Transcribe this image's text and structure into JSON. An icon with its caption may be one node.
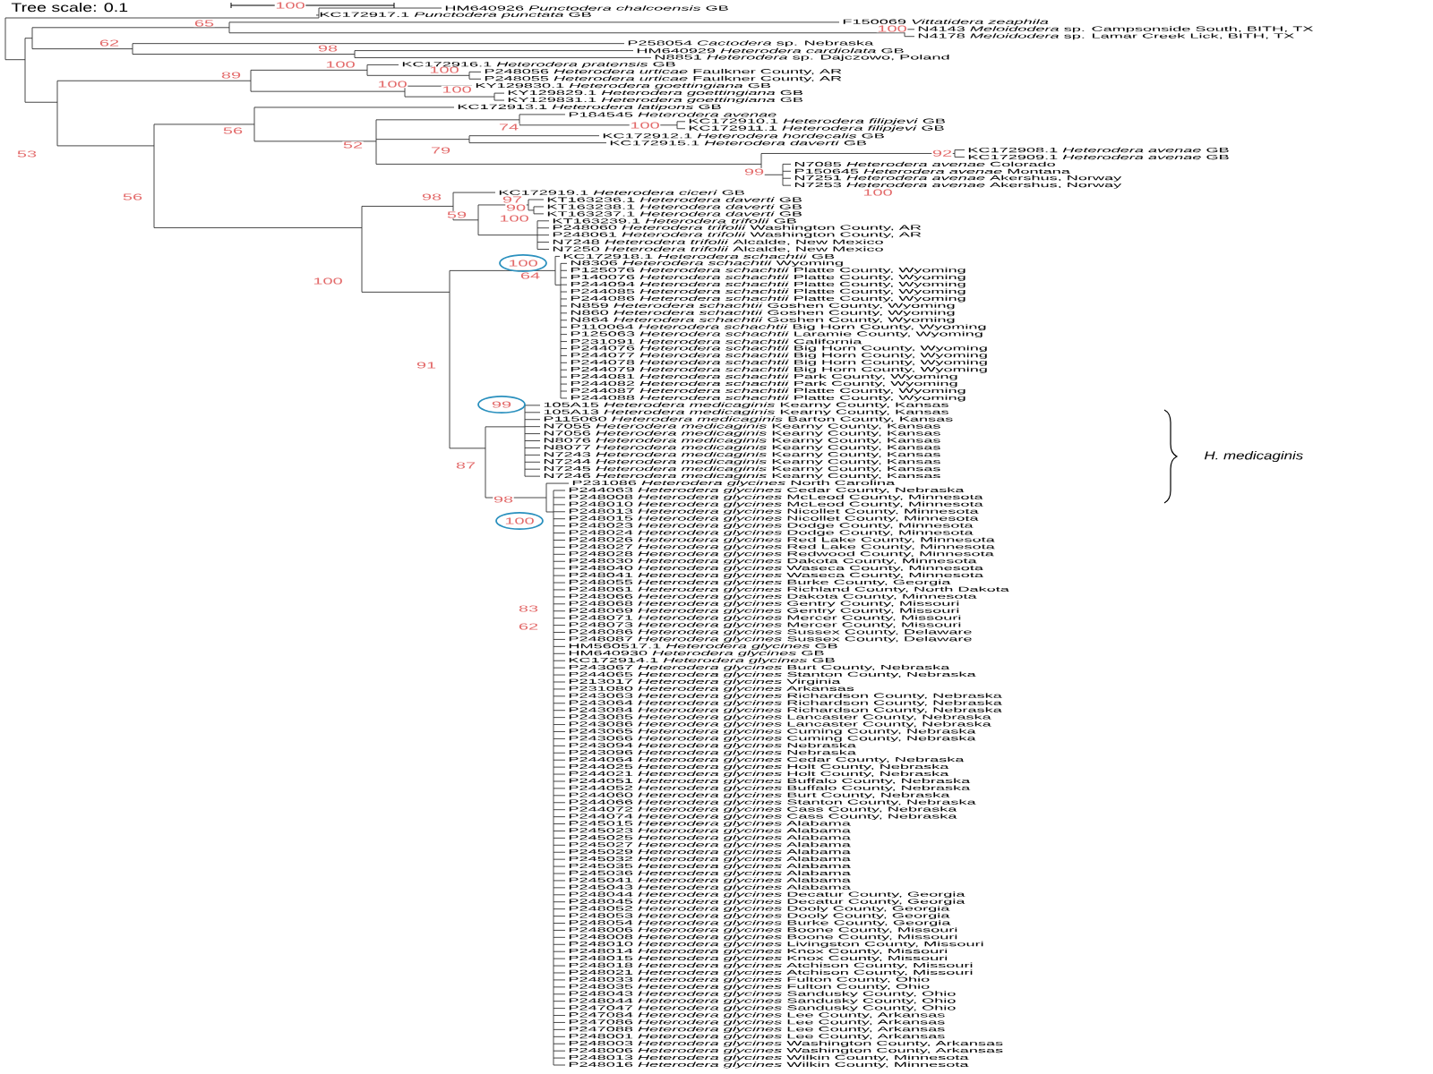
{
  "diagram": {
    "labels": [
      "Tree scale: 0.1",
      "100",
      "65",
      "100",
      "62",
      "98",
      "100",
      "100",
      "89",
      "100",
      "100",
      "74",
      "56",
      "100",
      "52",
      "79",
      "53",
      "92",
      "99",
      "100",
      "56",
      "98",
      "97",
      "90",
      "59",
      "100",
      "100",
      "64",
      "100",
      "91",
      "99",
      "87",
      "98",
      "100",
      "83",
      "62",
      "HM640926 *Punctodera chalcoensis* GB",
      "KC172917.1 *Punctodera punctata* GB",
      "F150069 *Vittatidera zeaphila*",
      "N4143 *Meloidodera* sp. Campsonside South, BITH, TX",
      "N4178 *Meloidodera* sp. Lamar Creek Lick, BITH, TX",
      "P258054 *Cactodera* sp. Nebraska",
      "HM640929 *Heterodera cardiolata* GB",
      "N8851 *Heterodera* sp. Dajczowo, Poland",
      "KC172916.1 *Heterodera pratensis* GB",
      "P248056 *Heterodera urticae* Faulkner County, AR",
      "P248055 *Heterodera urticae* Faulkner County, AR",
      "KY129830.1 *Heterodera goettingiana* GB",
      "KY129829.1 *Heterodera goettingiana* GB",
      "KY129831.1 *Heterodera goettingiana* GB",
      "KC172913.1 *Heterodera latipons* GB",
      "P184545 *Heterodera avenae*",
      "KC172910.1 *Heterodera filipjevi* GB",
      "KC172911.1 *Heterodera filipjevi* GB",
      "KC172912.1 *Heterodera hordecalis* GB",
      "KC172915.1 *Heterodera daverti* GB",
      "KC172908.1 *Heterodera avenae* GB",
      "KC172909.1 *Heterodera avenae* GB",
      "N7085 *Heterodera avenae* Colorado",
      "P150645 *Heterodera avenae* Montana",
      "N7251 *Heterodera avenae* Akershus, Norway",
      "N7253 *Heterodera avenae* Akershus, Norway",
      "KC172919.1 *Heterodera ciceri* GB",
      "KT163236.1 *Heterodera daverti* GB",
      "KT163238.1 *Heterodera daverti* GB",
      "KT163237.1 *Heterodera daverti* GB",
      "KT163239.1 *Heterodera trifolii* GB",
      "P248060 *Heterodera trifolii* Washington County, AR",
      "P248061 *Heterodera trifolii* Washington County, AR",
      "N7248 *Heterodera trifolii* Alcalde, New Mexico",
      "N7250 *Heterodera trifolii* Alcalde, New Mexico",
      "KC172918.1 *Heterodera schachtii* GB",
      "N8306 *Heterodera schachtii* Wyoming",
      "P125076 *Heterodera schachtii* Platte County, Wyoming",
      "P140076 *Heterodera schachtii* Platte County, Wyoming",
      "P244094 *Heterodera schachtii* Platte County, Wyoming",
      "P244085 *Heterodera schachtii* Platte County, Wyoming",
      "P244086 *Heterodera schachtii* Platte County, Wyoming",
      "N859 *Heterodera schachtii* Goshen County, Wyoming",
      "N860 *Heterodera schachtii* Goshen County, Wyoming",
      "N864 *Heterodera schachtii* Goshen County, Wyoming",
      "P110064 *Heterodera schachtii* Big Horn County, Wyoming",
      "P125063 *Heterodera schachtii* Laramie County, Wyoming",
      "P231091 *Heterodera schachtii* California",
      "P244076 *Heterodera schachtii* Big Horn County, Wyoming",
      "P244077 *Heterodera schachtii* Big Horn County, Wyoming",
      "P244078 *Heterodera schachtii* Big Horn County, Wyoming",
      "P244079 *Heterodera schachtii* Big Horn County, Wyoming",
      "P244081 *Heterodera schachtii* Park County, Wyoming",
      "P244082 *Heterodera schachtii* Park County, Wyoming",
      "P244087 *Heterodera schachtii* Platte County, Wyoming",
      "P244088 *Heterodera schachtii* Platte County, Wyoming",
      "105A15 *Heterodera medicaginis* Kearny County, Kansas",
      "105A13 *Heterodera medicaginis* Kearny County, Kansas",
      "P115060 *Heterodera medicaginis* Barton County, Kansas",
      "N7055 *Heterodera medicaginis* Kearny County, Kansas",
      "N7056 *Heterodera medicaginis* Kearny County, Kansas",
      "N8076 *Heterodera medicaginis* Kearny County, Kansas",
      "N8077 *Heterodera medicaginis* Kearny County, Kansas",
      "N7243 *Heterodera medicaginis* Kearny County, Kansas",
      "N7244 *Heterodera medicaginis* Kearny County, Kansas",
      "N7245 *Heterodera medicaginis* Kearny County, Kansas",
      "N7246 *Heterodera medicaginis* Kearny County, Kansas",
      "P231086 *Heterodera glycines* North Carolina",
      "P244063 *Heterodera glycines* Cedar County, Nebraska",
      "P248008 *Heterodera glycines* McLeod County, Minnesota",
      "P248010 *Heterodera glycines* McLeod County, Minnesota",
      "P248013 *Heterodera glycines* Nicollet County, Minnesota",
      "P248015 *Heterodera glycines* Nicollet County, Minnesota",
      "P248023 *Heterodera glycines* Dodge County, Minnesota",
      "P248024 *Heterodera glycines* Dodge County, Minnesota",
      "P248026 *Heterodera glycines* Red Lake County, Minnesota",
      "P248027 *Heterodera glycines* Red Lake County, Minnesota",
      "P248028 *Heterodera glycines* Redwood County, Minnesota",
      "P248030 *Heterodera glycines* Dakota County, Minnesota",
      "P248040 *Heterodera glycines* Waseca County, Minnesota",
      "P248041 *Heterodera glycines* Waseca County, Minnesota",
      "P248055 *Heterodera glycines* Burke County, Georgia",
      "P248061 *Heterodera glycines* Richland County, North Dakota",
      "P248066 *Heterodera glycines* Dakota County, Minnesota",
      "P248068 *Heterodera glycines* Gentry County, Missouri",
      "P248069 *Heterodera glycines* Gentry County, Missouri",
      "P248071 *Heterodera glycines* Mercer County, Missouri",
      "P248073 *Heterodera glycines* Mercer County, Missouri",
      "P248086 *Heterodera glycines* Sussex County, Delaware",
      "P248087 *Heterodera glycines* Sussex County, Delaware",
      "HM560517.1 *Heterodera glycines* GB",
      "HM640930 *Heterodera glycines* GB",
      "KC172914.1 *Heterodera glycines* GB",
      "P243067 *Heterodera glycines* Burt County, Nebraska",
      "P244065 *Heterodera glycines* Stanton County, Nebraska",
      "P213017 *Heterodera glycines* Virginia",
      "P231080 *Heterodera glycines* Arkansas",
      "P243063 *Heterodera glycines* Richardson County, Nebraska",
      "P243064 *Heterodera glycines* Richardson County, Nebraska",
      "P243084 *Heterodera glycines* Richardson County, Nebraska",
      "P243085 *Heterodera glycines* Lancaster County, Nebraska",
      "P243086 *Heterodera glycines* Lancaster County, Nebraska",
      "P243065 *Heterodera glycines* Cuming County, Nebraska",
      "P243066 *Heterodera glycines* Cuming County, Nebraska",
      "P243094 *Heterodera glycines* Nebraska",
      "P243096 *Heterodera glycines* Nebraska",
      "P244064 *Heterodera glycines* Cedar County, Nebraska",
      "P244025 *Heterodera glycines* Holt County, Nebraska",
      "P244021 *Heterodera glycines* Holt County, Nebraska",
      "P244051 *Heterodera glycines* Buffalo County, Nebraska",
      "P244052 *Heterodera glycines* Buffalo County, Nebraska",
      "P244060 *Heterodera glycines* Burt County, Nebraska",
      "P244066 *Heterodera glycines* Stanton County, Nebraska",
      "P244072 *Heterodera glycines* Cass County, Nebraska",
      "P244074 *Heterodera glycines* Cass County, Nebraska",
      "P245015 *Heterodera glycines* Alabama",
      "P245023 *Heterodera glycines* Alabama",
      "P245025 *Heterodera glycines* Alabama",
      "P245027 *Heterodera glycines* Alabama",
      "P245029 *Heterodera glycines* Alabama",
      "P245032 *Heterodera glycines* Alabama",
      "P245035 *Heterodera glycines* Alabama",
      "P245036 *Heterodera glycines* Alabama",
      "P245041 *Heterodera glycines* Alabama",
      "P245043 *Heterodera glycines* Alabama",
      "P248044 *Heterodera glycines* Decatur County, Georgia",
      "P248045 *Heterodera glycines* Decatur County, Georgia",
      "P248052 *Heterodera glycines* Dooly County, Georgia",
      "P248053 *Heterodera glycines* Dooly County, Georgia",
      "P248054 *Heterodera glycines* Burke County, Georgia",
      "P248006 *Heterodera glycines* Boone County, Missouri",
      "P248008 *Heterodera glycines* Boone County, Missouri",
      "P248010 *Heterodera glycines* Livingston County, Missouri",
      "P248014 *Heterodera glycines* Knox County, Missouri",
      "P248015 *Heterodera glycines* Knox County, Missouri",
      "P248018 *Heterodera glycines* Atchison County, Missouri",
      "P248021 *Heterodera glycines* Atchison County, Missouri",
      "P248033 *Heterodera glycines* Fulton County, Ohio",
      "P248035 *Heterodera glycines* Fulton County, Ohio",
      "P248043 *Heterodera glycines* Sandusky County, Ohio",
      "P248044 *Heterodera glycines* Sandusky County, Ohio",
      "P247047 *Heterodera glycines* Sandusky County, Ohio",
      "P247084 *Heterodera glycines* Lee County, Arkansas",
      "P247086 *Heterodera glycines* Lee County, Arkansas",
      "P247088 *Heterodera glycines* Lee County, Arkansas",
      "P248001 *Heterodera glycines* Lee County, Arkansas",
      "P248003 *Heterodera glycines* Washington County, Arkansas",
      "P248006 *Heterodera glycines* Washington County, Arkansas",
      "P248013 *Heterodera glycines* Wilkin County, Minnesota",
      "P248016 *Heterodera glycines* Wilkin County, Minnesota",
      "H. medicaginis"
    ]
  }
}
